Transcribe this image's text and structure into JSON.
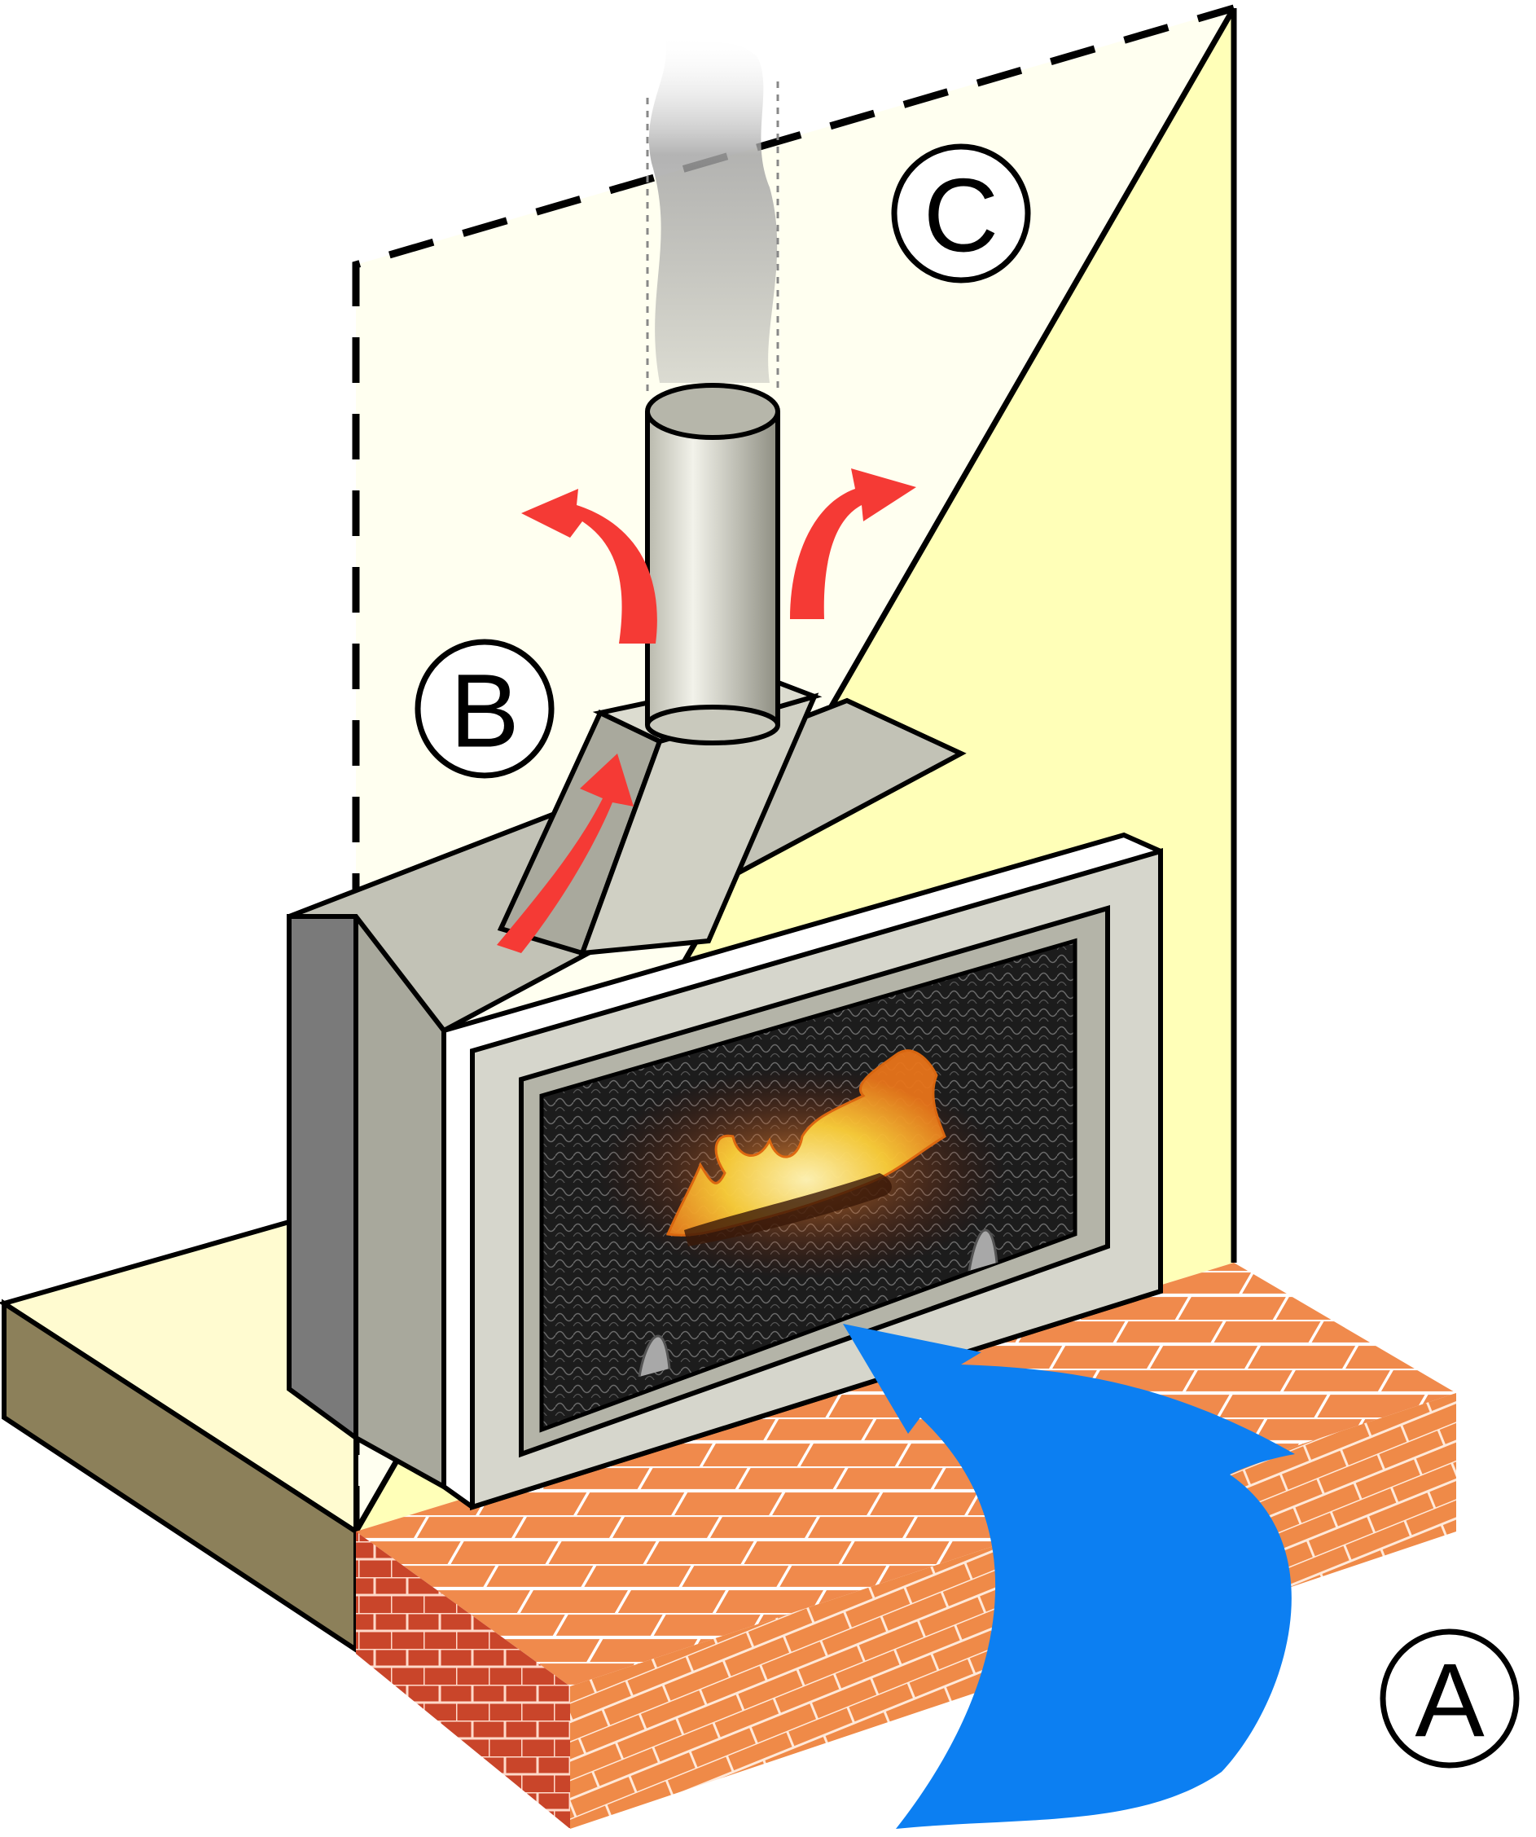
{
  "callouts": {
    "a": "A",
    "b": "B",
    "c": "C"
  },
  "colors": {
    "wall_light": "#fffff0",
    "wall_yellow": "#ffffb8",
    "floor_top": "#fffbd0",
    "floor_side": "#8c805a",
    "brick_top": "#f08a4c",
    "brick_front": "#ef8a48",
    "brick_side": "#c9452a",
    "insert_body": "#a8a89c",
    "insert_side": "#7a7a7a",
    "frame": "#d6d6cc",
    "screen": "#1e1e1e",
    "cool_air_arrow": "#0c7ff2",
    "hot_air_arrow": "#f53a35",
    "flame": "#f7a21b",
    "smoke": "#9a9a9a"
  },
  "icons": {
    "a": "cool-air-arrow-icon",
    "b": "hot-air-arrow-icon",
    "c": "flue-pipe-icon"
  }
}
